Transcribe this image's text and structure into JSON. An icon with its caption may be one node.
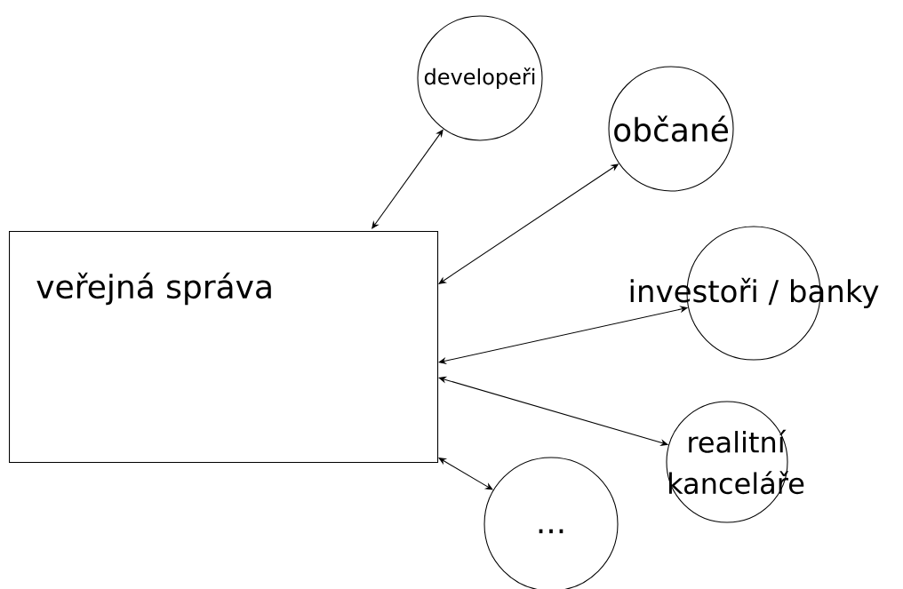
{
  "diagram": {
    "nodes": [
      {
        "text": [
          "veřejná správa"
        ]
      },
      {
        "text": [
          "developeři"
        ]
      },
      {
        "text": [
          "občané"
        ]
      },
      {
        "text": [
          "investoři / banky"
        ]
      },
      {
        "text": [
          "realitní kanceláře"
        ]
      },
      {
        "text": [
          "..."
        ]
      }
    ],
    "edges": [
      {
        "from": 0,
        "to": 1,
        "arrow": "both"
      },
      {
        "from": 0,
        "to": 2,
        "arrow": "both"
      },
      {
        "from": 0,
        "to": 3,
        "arrow": "both"
      },
      {
        "from": 0,
        "to": 4,
        "arrow": "both"
      },
      {
        "from": 0,
        "to": 5,
        "arrow": "both"
      }
    ]
  }
}
